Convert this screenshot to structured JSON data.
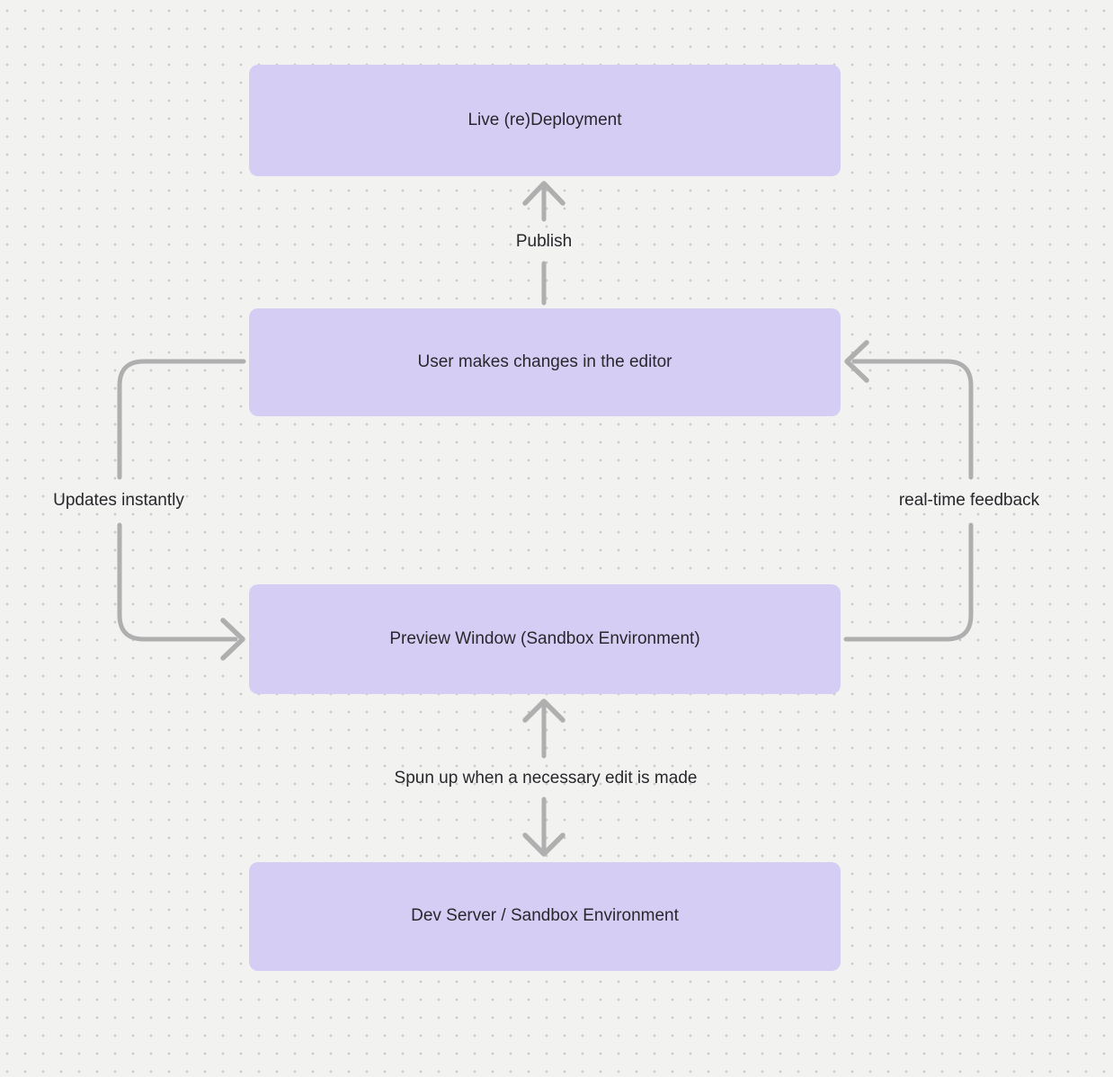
{
  "diagram": {
    "nodes": [
      {
        "id": "live-redeployment",
        "label": "Live (re)Deployment"
      },
      {
        "id": "user-editor",
        "label": "User makes changes in the editor"
      },
      {
        "id": "preview-window",
        "label": "Preview Window (Sandbox Environment)"
      },
      {
        "id": "dev-server",
        "label": "Dev Server / Sandbox Environment"
      }
    ],
    "edges": [
      {
        "id": "publish",
        "label": "Publish",
        "from": "user-editor",
        "to": "live-redeployment",
        "style": "straight-up-arrow"
      },
      {
        "id": "updates-instantly",
        "label": "Updates instantly",
        "from": "user-editor",
        "to": "preview-window",
        "style": "left-loop-arrow"
      },
      {
        "id": "real-time-feedback",
        "label": "real-time feedback",
        "from": "preview-window",
        "to": "user-editor",
        "style": "right-loop-arrow"
      },
      {
        "id": "spun-up",
        "label": "Spun up when a necessary edit is made",
        "from": "preview-window",
        "to": "dev-server",
        "style": "bidirectional-arrow"
      }
    ],
    "colors": {
      "background": "#f2f2f1",
      "grid_dot": "#c9c9c9",
      "node_fill": "#d6cdf4",
      "arrow": "#afafaf",
      "text": "#28282d"
    }
  }
}
